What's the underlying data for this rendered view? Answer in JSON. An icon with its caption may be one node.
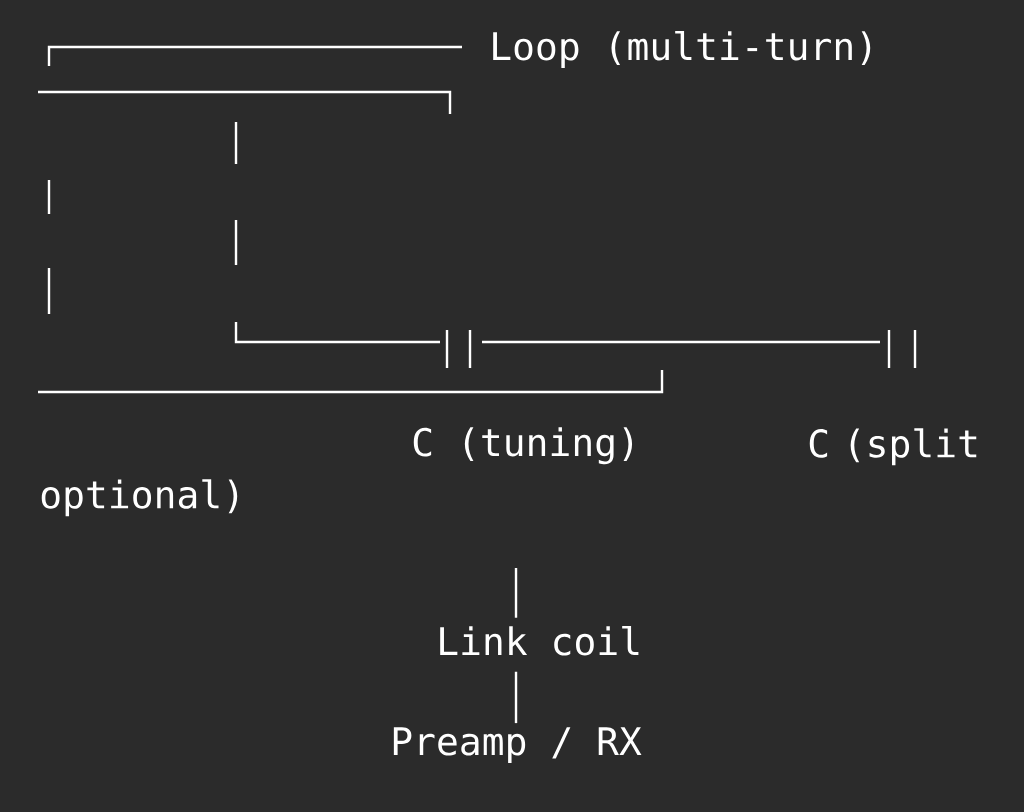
{
  "diagram": {
    "nodes": [
      {
        "text": [
          "Link coil"
        ]
      },
      {
        "text": [
          "Preamp / RX"
        ]
      }
    ],
    "edges": [
      {
        "from": null,
        "to": 0,
        "arrow": "none"
      },
      {
        "from": 0,
        "to": 1,
        "arrow": "none"
      }
    ],
    "labels": [
      "Loop (multi-turn)",
      "C (tuning)",
      "C (split optional)"
    ]
  }
}
